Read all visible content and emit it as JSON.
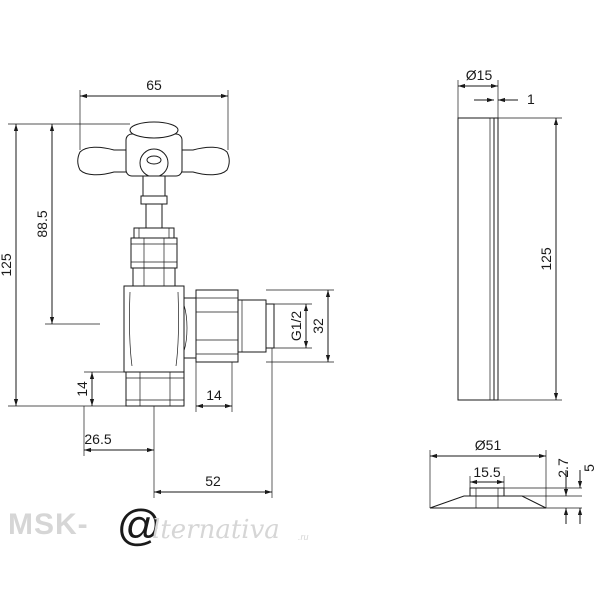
{
  "valve_dimensions": {
    "handle_width": "65",
    "overall_height": "125",
    "spindle_height": "88.5",
    "outlet_height": "14",
    "outlet_pipe": "14",
    "thread": "G1/2",
    "thread_diameter": "32",
    "inlet_offset": "26.5",
    "body_length": "52"
  },
  "sleeve_dimensions": {
    "diameter": "Ø15",
    "wall": "1",
    "length": "125"
  },
  "rosette_dimensions": {
    "outer_diameter": "Ø51",
    "inner_diameter": "15.5",
    "height_a": "2.7",
    "height_b": "5"
  },
  "watermark": {
    "brand": "MSK-",
    "script": "lternativa",
    "suffix": ".ru"
  }
}
